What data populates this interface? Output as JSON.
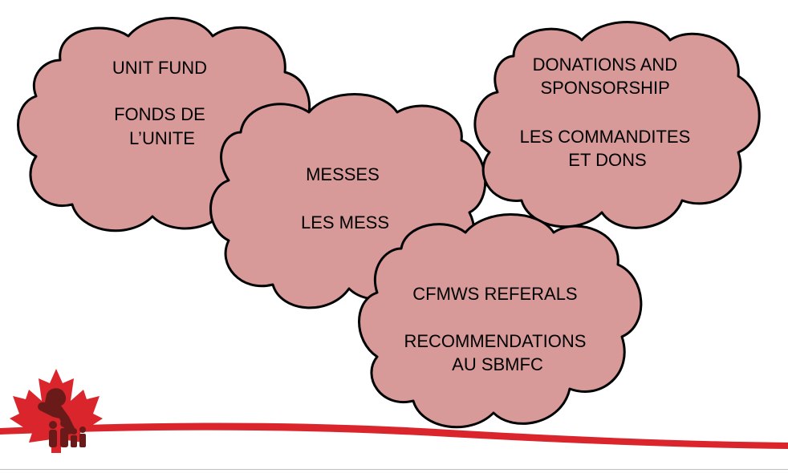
{
  "clouds": {
    "unit_fund": {
      "lines": [
        "UNIT FUND",
        "",
        "FONDS DE",
        "L’UNITE"
      ]
    },
    "messes": {
      "lines": [
        "MESSES",
        "",
        "LES MESS"
      ]
    },
    "donations": {
      "lines": [
        "DONATIONS AND",
        "SPONSORSHIP",
        "",
        "LES COMMANDITES",
        "ET DONS"
      ]
    },
    "cfmws": {
      "lines": [
        "CFMWS REFERALS",
        "",
        "RECOMMENDATIONS",
        "AU SBMFC"
      ]
    }
  },
  "colors": {
    "cloud_fill": "#d89999",
    "cloud_stroke": "#000000",
    "swoosh": "#d9252b",
    "logo_red": "#d9252b",
    "logo_dark": "#6b1a1a"
  },
  "logo": {
    "icon": "canadian-maple-leaf-salute-logo"
  }
}
